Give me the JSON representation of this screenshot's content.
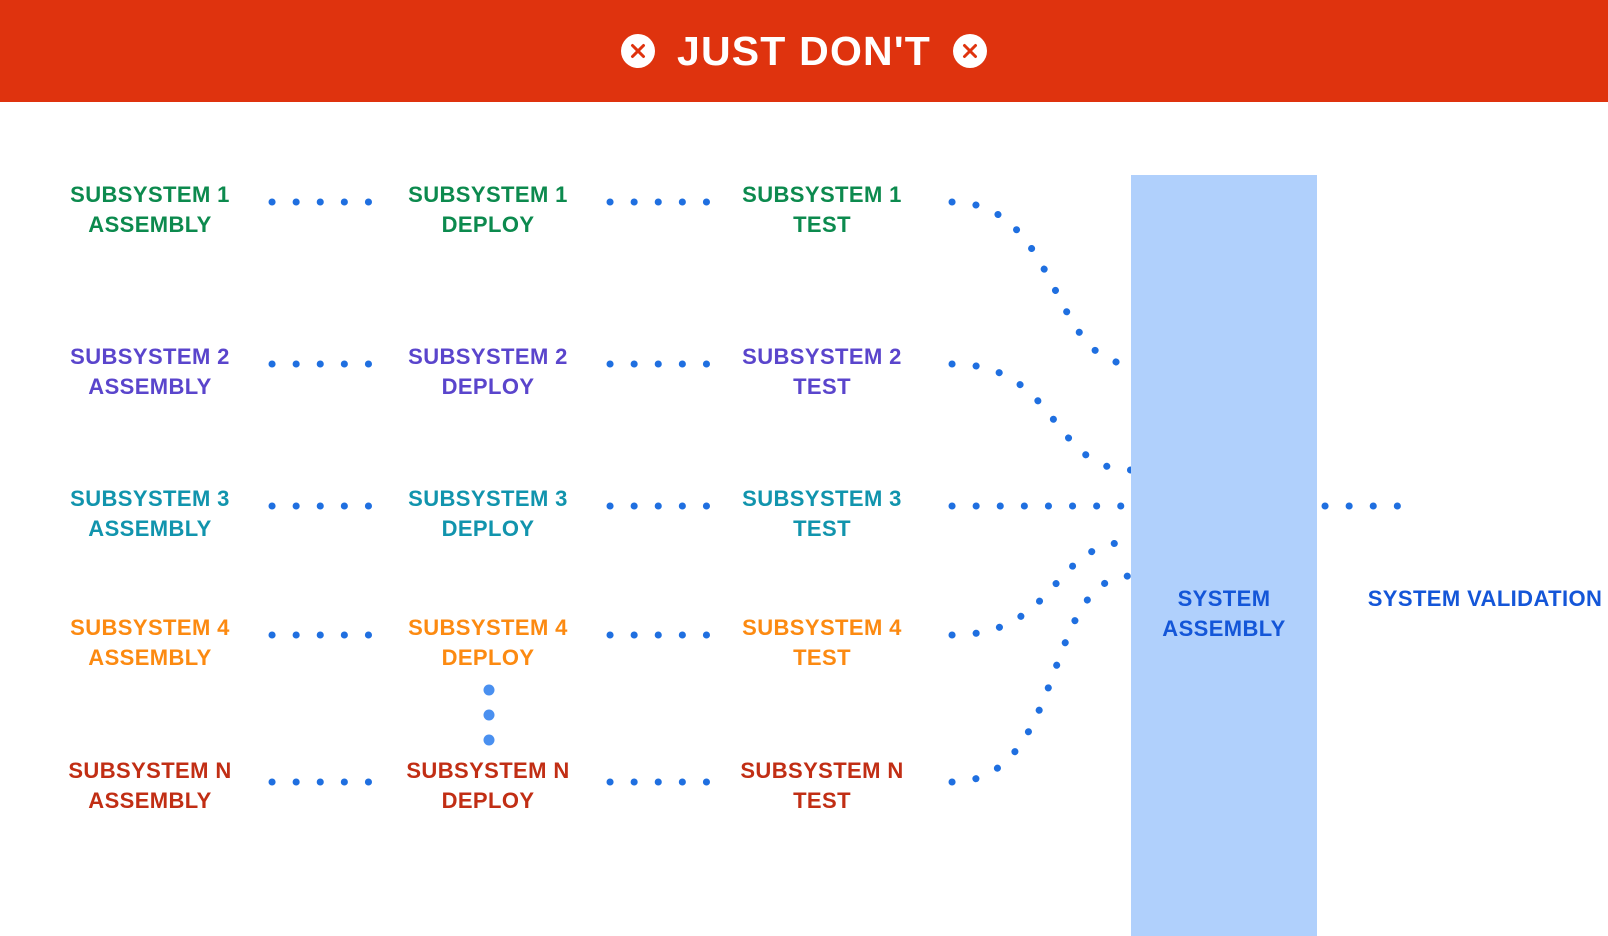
{
  "banner": {
    "title": "JUST DON'T",
    "left_icon": "x-circle-icon",
    "right_icon": "x-circle-icon",
    "background_color": "#df330e",
    "text_color": "#ffffff"
  },
  "diagram": {
    "type": "flow-diagram",
    "connector_color": "#1f6fe0",
    "connector_style": "dotted",
    "columns": [
      "ASSEMBLY",
      "DEPLOY",
      "TEST"
    ],
    "rows": [
      {
        "id": "subsystem-1",
        "color": "#0c8a4e",
        "assembly": "SUBSYSTEM 1\nASSEMBLY",
        "deploy": "SUBSYSTEM 1\nDEPLOY",
        "test": "SUBSYSTEM 1\nTEST"
      },
      {
        "id": "subsystem-2",
        "color": "#5a45cc",
        "assembly": "SUBSYSTEM 2\nASSEMBLY",
        "deploy": "SUBSYSTEM 2\nDEPLOY",
        "test": "SUBSYSTEM 2\nTEST"
      },
      {
        "id": "subsystem-3",
        "color": "#1194ad",
        "assembly": "SUBSYSTEM 3\nASSEMBLY",
        "deploy": "SUBSYSTEM 3\nDEPLOY",
        "test": "SUBSYSTEM 3\nTEST"
      },
      {
        "id": "subsystem-4",
        "color": "#fc8a11",
        "assembly": "SUBSYSTEM 4\nASSEMBLY",
        "deploy": "SUBSYSTEM 4\nDEPLOY",
        "test": "SUBSYSTEM 4\nTEST"
      },
      {
        "id": "subsystem-n",
        "color": "#c12e14",
        "assembly": "SUBSYSTEM N\nASSEMBLY",
        "deploy": "SUBSYSTEM N\nDEPLOY",
        "test": "SUBSYSTEM N\nTEST"
      }
    ],
    "ellipsis": {
      "name": "vertical-ellipsis",
      "dot_count": 3,
      "color": "#4a90f0"
    },
    "system_assembly": {
      "label": "SYSTEM\nASSEMBLY",
      "text_color": "#1456d8",
      "box_color": "#b0d0fc"
    },
    "system_validation": {
      "label": "SYSTEM\nVALIDATION",
      "text_color": "#1456d8"
    }
  }
}
